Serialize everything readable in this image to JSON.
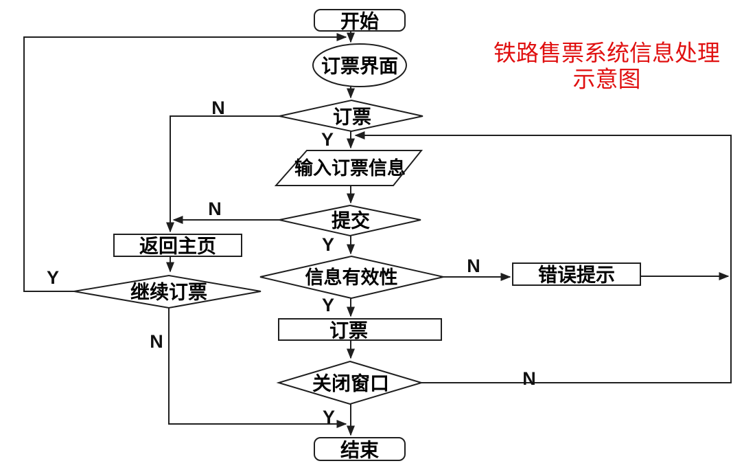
{
  "title": {
    "line1": "铁路售票系统信息处理",
    "line2": "示意图",
    "color": "#e01010"
  },
  "colors": {
    "line": "#1f1f1f",
    "node_text": "#000000",
    "background": "#ffffff"
  },
  "nodes": {
    "start": {
      "label": "开始",
      "shape": "rounded-rect"
    },
    "booking_interface": {
      "label": "订票界面",
      "shape": "ellipse"
    },
    "book_ticket_decision": {
      "label": "订票",
      "shape": "diamond"
    },
    "input_booking_info": {
      "label": "输入订票信息",
      "shape": "parallelogram"
    },
    "submit_decision": {
      "label": "提交",
      "shape": "diamond"
    },
    "return_home": {
      "label": "返回主页",
      "shape": "rect"
    },
    "info_validity_decision": {
      "label": "信息有效性",
      "shape": "diamond"
    },
    "error_prompt": {
      "label": "错误提示",
      "shape": "rect"
    },
    "continue_booking_decision": {
      "label": "继续订票",
      "shape": "diamond"
    },
    "book_ticket_process": {
      "label": "订票",
      "shape": "rect"
    },
    "close_window_decision": {
      "label": "关闭窗口",
      "shape": "diamond"
    },
    "end": {
      "label": "结束",
      "shape": "rounded-rect"
    }
  },
  "branch_labels": {
    "book_ticket_no": "N",
    "book_ticket_yes": "Y",
    "submit_no": "N",
    "submit_yes": "Y",
    "info_validity_no": "N",
    "info_validity_yes": "Y",
    "continue_booking_yes": "Y",
    "continue_booking_no": "N",
    "close_window_no": "N",
    "close_window_yes": "Y"
  }
}
